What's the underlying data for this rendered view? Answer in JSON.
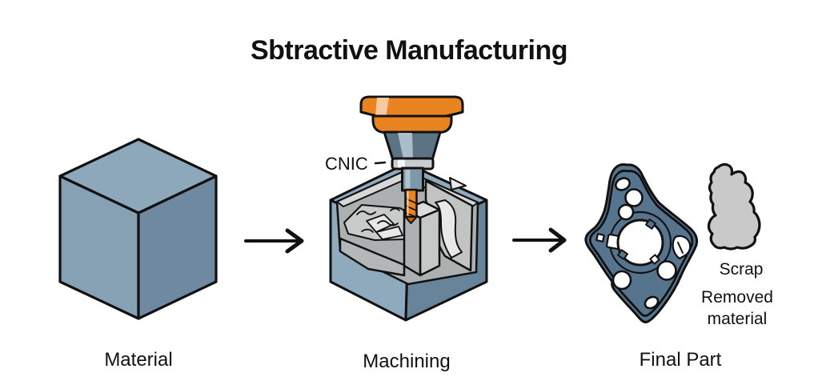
{
  "title": "Sbtractive Manufacturing",
  "stages": {
    "material": {
      "label": "Material"
    },
    "machining": {
      "label": "Machining",
      "machine_tag": "CNIC"
    },
    "final_part": {
      "label": "Final Part"
    },
    "byproduct": {
      "label": "Scrap",
      "note": "Removed material"
    }
  },
  "icons": {
    "arrow_1": "arrow-right-icon",
    "arrow_2": "arrow-right-icon"
  },
  "colors": {
    "background": "#ffffff",
    "text": "#111111",
    "outline": "#111111",
    "material_top": "#8EA8BB",
    "material_left": "#86A0B4",
    "material_right": "#6F8AA0",
    "shell_left": "#8FA9BD",
    "shell_right": "#68849B",
    "interior_wall": "#ADB0B0",
    "interior_rim": "#D7D7D7",
    "interior_floor": "#C9CBCB",
    "wall_face": "#C2C4C4",
    "carved": "#E8E8E8",
    "wedge": "#B4B7B7",
    "pillar_top": "#DCDCDC",
    "pillar_left": "#AEB1B1",
    "pillar_right": "#C6C8C8",
    "spindle_orange": "#E8831F",
    "spindle_highlight": "#F6C9A2",
    "chuck_dark": "#5B7383",
    "chuck_light": "#A9BDCA",
    "collar": "#C8CCCF",
    "collar_highlight": "#F4F6F7",
    "holder": "#7E98AA",
    "holder_highlight": "#AFC2CE",
    "drill_tip": "#C06010",
    "part_fill": "#57748E",
    "scrap_fill": "#C9C9C9",
    "hole_white": "#FFFFFF"
  }
}
